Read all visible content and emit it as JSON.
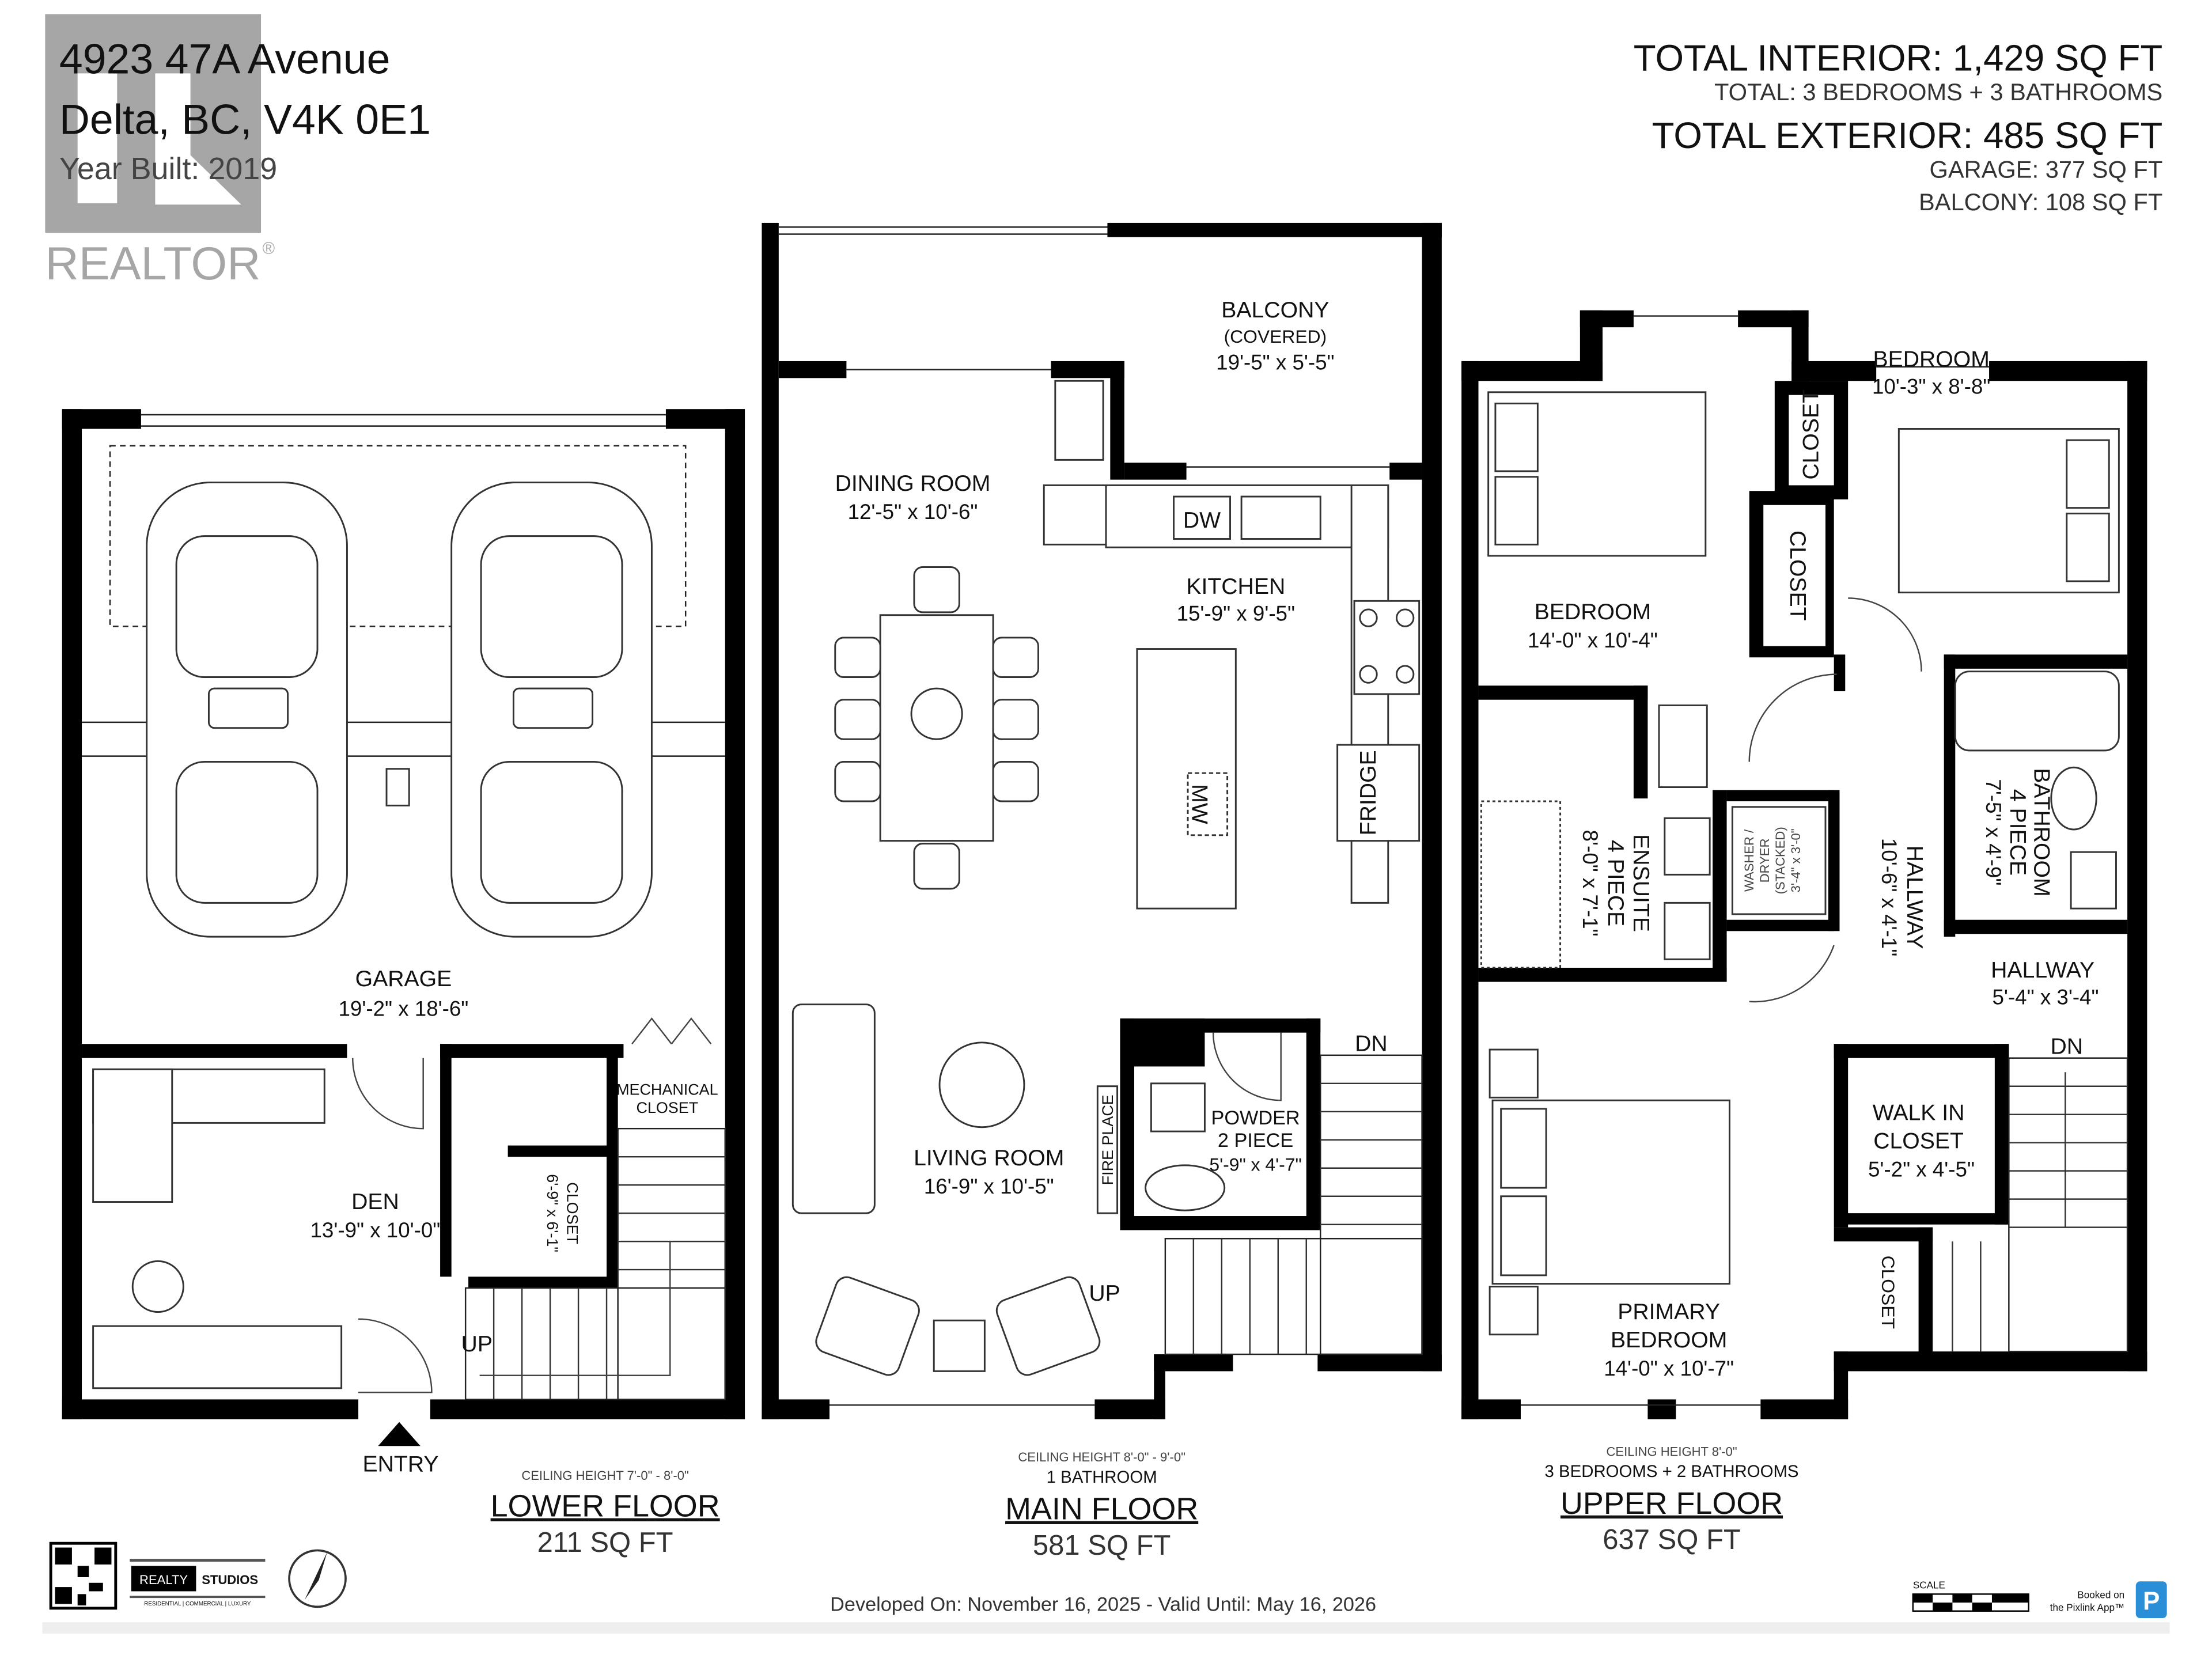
{
  "header": {
    "address_line1": "4923 47A Avenue",
    "address_line2": "Delta, BC, V4K 0E1",
    "year_built": "Year Built: 2019"
  },
  "logo": {
    "realtor": "REALTOR",
    "registered": "®",
    "logo_color": "#a6a6a6"
  },
  "totals": {
    "interior": "TOTAL INTERIOR: 1,429 SQ FT",
    "rooms": "TOTAL: 3 BEDROOMS + 3 BATHROOMS",
    "exterior": "TOTAL EXTERIOR: 485 SQ FT",
    "garage": "GARAGE: 377 SQ FT",
    "balcony": "BALCONY: 108 SQ FT"
  },
  "floors": {
    "lower": {
      "ceiling": "CEILING HEIGHT 7'-0\" - 8'-0\"",
      "name": "LOWER FLOOR",
      "area": "211 SQ FT"
    },
    "main": {
      "ceiling": "CEILING HEIGHT 8'-0\" - 9'-0\"",
      "baths": "1 BATHROOM",
      "name": "MAIN FLOOR",
      "area": "581 SQ FT"
    },
    "upper": {
      "ceiling": "CEILING HEIGHT 8'-0\"",
      "summary": "3 BEDROOMS + 2 BATHROOMS",
      "name": "UPPER FLOOR",
      "area": "637 SQ FT"
    }
  },
  "rooms": {
    "garage": {
      "name": "GARAGE",
      "dim": "19'-2\" x 18'-6\""
    },
    "den": {
      "name": "DEN",
      "dim": "13'-9\" x 10'-0\""
    },
    "mech": {
      "line1": "MECHANICAL",
      "line2": "CLOSET"
    },
    "lower_closet": {
      "name": "CLOSET",
      "dim": "6'-9\" x 6'-1\""
    },
    "entry": "ENTRY",
    "up_lower": "UP",
    "balcony": {
      "name": "BALCONY",
      "sub": "(COVERED)",
      "dim": "19'-5\" x 5'-5\""
    },
    "dining": {
      "name": "DINING ROOM",
      "dim": "12'-5\" x 10'-6\""
    },
    "kitchen": {
      "name": "KITCHEN",
      "dim": "15'-9\" x 9'-5\""
    },
    "dw": "DW",
    "mw": "MW",
    "fridge": "FRIDGE",
    "living": {
      "name": "LIVING ROOM",
      "dim": "16'-9\" x 10'-5\""
    },
    "fireplace": "FIRE PLACE",
    "powder": {
      "name": "POWDER",
      "sub": "2 PIECE",
      "dim": "5'-9\" x 4'-7\""
    },
    "dn_main": "DN",
    "up_main": "UP",
    "bedroom2": {
      "name": "BEDROOM",
      "dim": "14'-0\" x 10'-4\""
    },
    "bedroom3": {
      "name": "BEDROOM",
      "dim": "10'-3\" x 8'-8\""
    },
    "closet_a": "CLOSET",
    "closet_b": "CLOSET",
    "ensuite": {
      "name": "ENSUITE",
      "sub": "4 PIECE",
      "dim": "8'-0\" x 7'-1\""
    },
    "washer": {
      "line1": "WASHER /",
      "line2": "DRYER",
      "line3": "(STACKED)",
      "dim": "3'-4\" x 3'-0\""
    },
    "hallway1": {
      "name": "HALLWAY",
      "dim": "10'-6\" x 4'-1\""
    },
    "bathroom": {
      "name": "BATHROOM",
      "sub": "4 PIECE",
      "dim": "7'-5\" x 4'-9\""
    },
    "hallway2": {
      "name": "HALLWAY",
      "dim": "5'-4\" x 3'-4\""
    },
    "dn_upper": "DN",
    "walkin": {
      "line1": "WALK IN",
      "line2": "CLOSET",
      "dim": "5'-2\" x 4'-5\""
    },
    "primary": {
      "line1": "PRIMARY",
      "line2": "BEDROOM",
      "dim": "14'-0\" x 10'-7\""
    },
    "closet_c": "CLOSET"
  },
  "footer": {
    "developed": "Developed On: November 16, 2025 - Valid Until: May 16, 2026",
    "realty_a": "REALTY",
    "realty_b": "STUDIOS",
    "realty_tag": "RESIDENTIAL | COMMERCIAL | LUXURY",
    "scale": "SCALE",
    "pixlink_1": "Booked on",
    "pixlink_2": "the Pixlink App™",
    "pixlink_logo": "P",
    "pixlink_color": "#2a8fd6"
  }
}
